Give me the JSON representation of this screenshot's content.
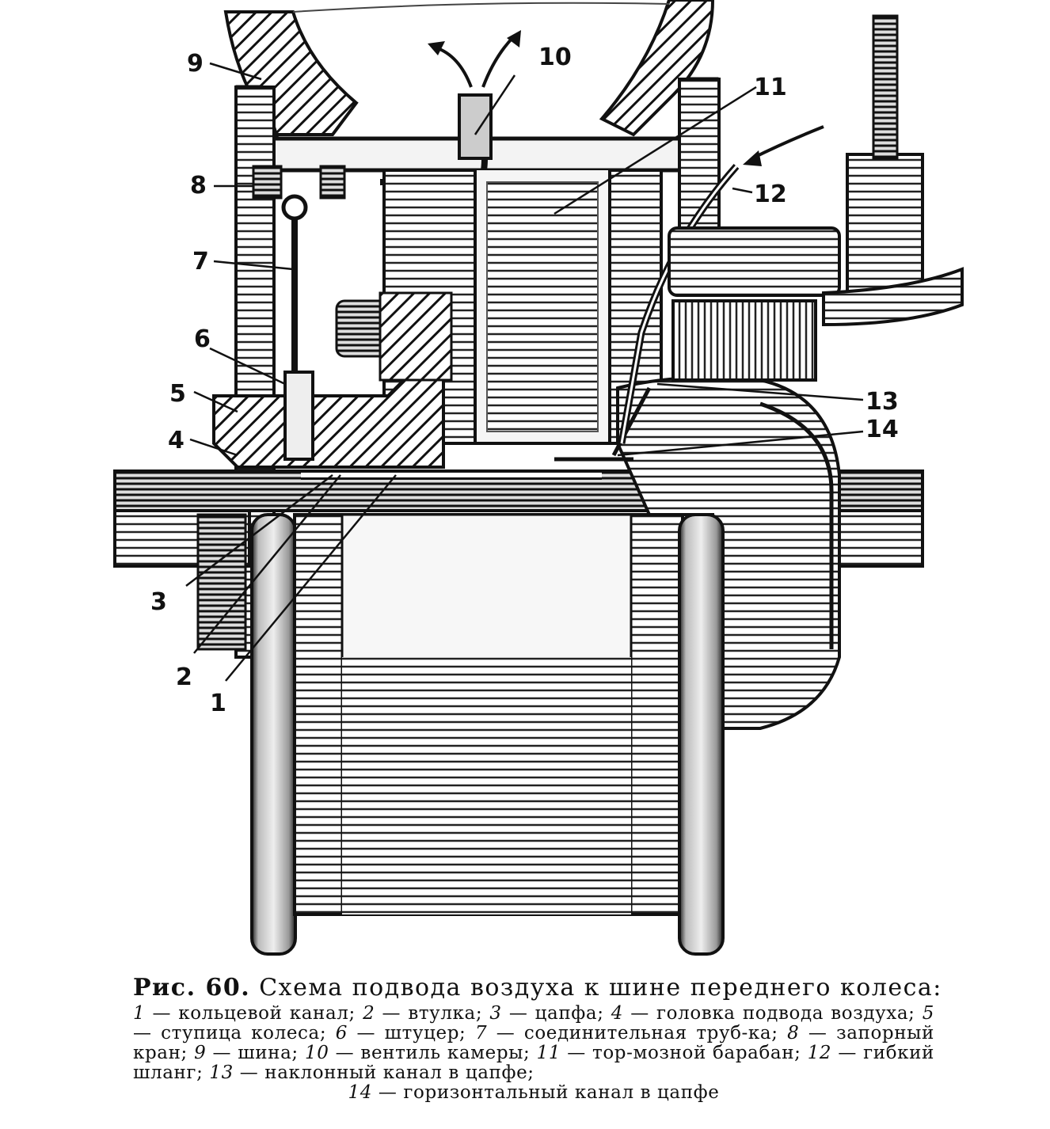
{
  "figure": {
    "labels": {
      "l1": "1",
      "l2": "2",
      "l3": "3",
      "l4": "4",
      "l5": "5",
      "l6": "6",
      "l7": "7",
      "l8": "8",
      "l9": "9",
      "l10": "10",
      "l11": "11",
      "l12": "12",
      "l13": "13",
      "l14": "14"
    }
  },
  "caption": {
    "fig_number": "Рис. 60.",
    "title": "Схема подвода воздуха к шине переднего колеса:",
    "items": [
      {
        "num": "1",
        "text": "кольцевой канал;"
      },
      {
        "num": "2",
        "text": "втулка;"
      },
      {
        "num": "3",
        "text": "цапфа;"
      },
      {
        "num": "4",
        "text": "головка подвода воздуха;"
      },
      {
        "num": "5",
        "text": "ступица колеса;"
      },
      {
        "num": "6",
        "text": "штуцер;"
      },
      {
        "num": "7",
        "text": "соединительная труб-ка;"
      },
      {
        "num": "8",
        "text": "запорный кран;"
      },
      {
        "num": "9",
        "text": "шина;"
      },
      {
        "num": "10",
        "text": "вентиль камеры;"
      },
      {
        "num": "11",
        "text": "тор-мозной барабан;"
      },
      {
        "num": "12",
        "text": "гибкий шланг;"
      },
      {
        "num": "13",
        "text": "наклонный канал в цапфе;"
      },
      {
        "num": "14",
        "text": "горизонтальный канал в цапфе"
      }
    ]
  }
}
